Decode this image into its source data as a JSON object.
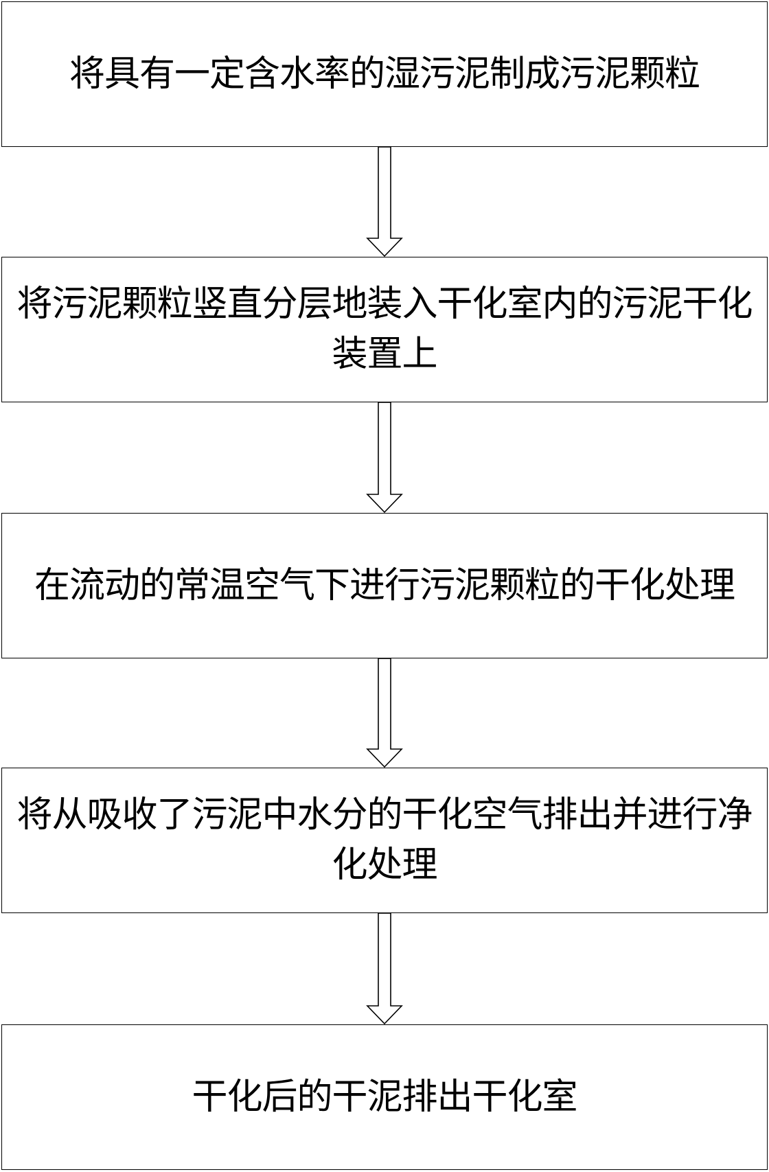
{
  "flowchart": {
    "steps": [
      {
        "label": "将具有一定含水率的湿污泥制成污泥颗粒"
      },
      {
        "label": "将污泥颗粒竖直分层地装入干化室内的污泥干化装置上"
      },
      {
        "label": "在流动的常温空气下进行污泥颗粒的干化处理"
      },
      {
        "label": "将从吸收了污泥中水分的干化空气排出并进行净化处理"
      },
      {
        "label": "干化后的干泥排出干化室"
      }
    ]
  },
  "colors": {
    "stroke": "#000000",
    "background": "#ffffff"
  }
}
